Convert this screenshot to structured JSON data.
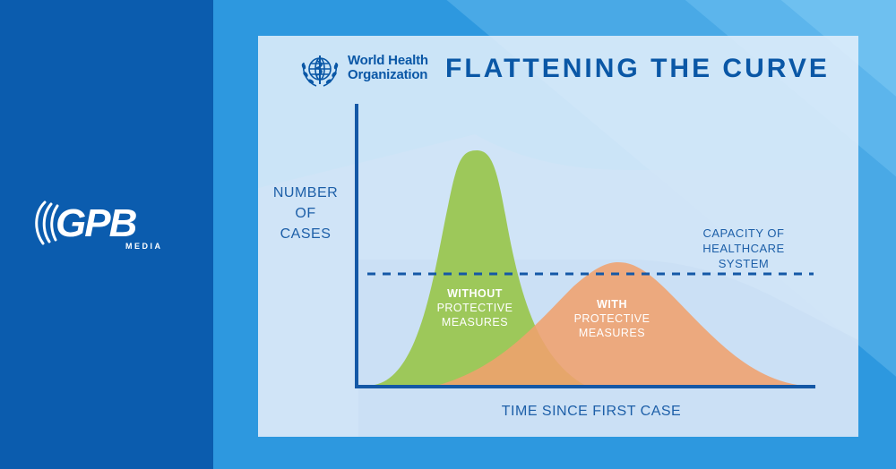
{
  "branding": {
    "who_line1": "World Health",
    "who_line2": "Organization",
    "gpb_wordmark": "GPB",
    "gpb_sub": "MEDIA"
  },
  "title": "FLATTENING THE CURVE",
  "y_axis": {
    "line1": "NUMBER",
    "line2": "OF",
    "line3": "CASES"
  },
  "x_axis_label": "TIME SINCE FIRST CASE",
  "capacity": {
    "line1": "CAPACITY OF",
    "line2": "HEALTHCARE",
    "line3": "SYSTEM"
  },
  "curves": {
    "without": {
      "bold": "WITHOUT",
      "line2": "PROTECTIVE",
      "line3": "MEASURES",
      "color": "#9dc85a"
    },
    "with": {
      "bold": "WITH",
      "line2": "PROTECTIVE",
      "line3": "MEASURES",
      "color": "#f0a574"
    }
  },
  "colors": {
    "left_panel": "#0b5cae",
    "brand_blue": "#0a57a6",
    "axis": "#1458a6"
  }
}
